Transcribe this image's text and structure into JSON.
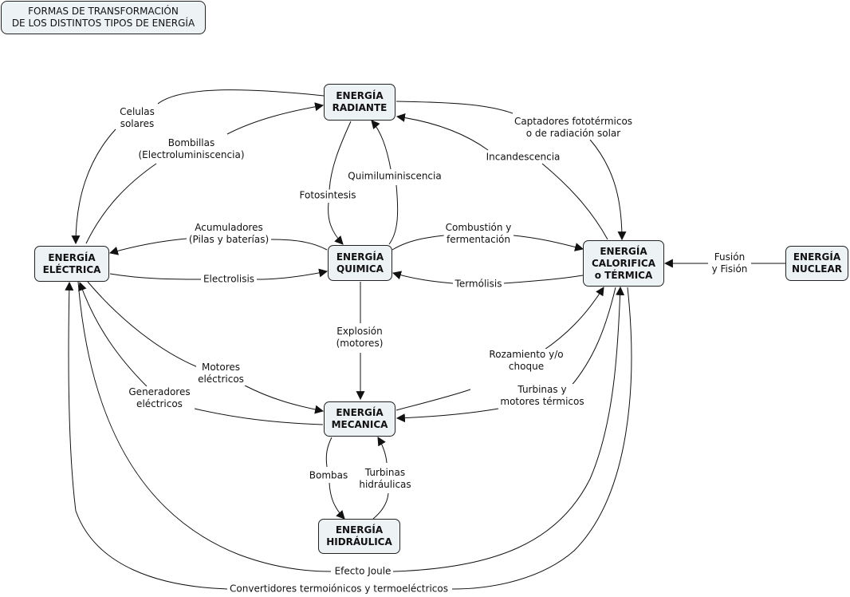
{
  "title": "FORMAS DE TRANSFORMACIÓN\nDE LOS DISTINTOS TIPOS DE ENERGÍA",
  "nodes": {
    "radiante": "ENERGÍA\nRADIANTE",
    "electrica": "ENERGÍA\nELÉCTRICA",
    "quimica": "ENERGÍA\nQUIMICA",
    "termica": "ENERGÍA\nCALORIFICA\no TÉRMICA",
    "nuclear": "ENERGÍA\nNUCLEAR",
    "mecanica": "ENERGÍA\nMECANICA",
    "hidraulica": "ENERGÍA\nHIDRÁULICA"
  },
  "links": {
    "celulas_solares": "Celulas\nsolares",
    "bombillas": "Bombillas\n(Electroluminiscencia)",
    "captadores": "Captadores fototérmicos\no de radiación solar",
    "incandescencia": "Incandescencia",
    "quimiluminiscencia": "Quimiluminiscencia",
    "fotosintesis": "Fotosintesis",
    "acumuladores": "Acumuladores\n(Pilas y baterías)",
    "electrolisis": "Electrolisis",
    "combustion": "Combustión y\nfermentación",
    "termolisis": "Termólisis",
    "fusion": "Fusión\ny Fisión",
    "explosion": "Explosión\n(motores)",
    "motores_electricos": "Motores\neléctricos",
    "generadores": "Generadores\neléctricos",
    "rozamiento": "Rozamiento y/o\nchoque",
    "turbinas_termicas": "Turbinas y\nmotores térmicos",
    "bombas": "Bombas",
    "turbinas_hidraulicas": "Turbinas\nhidráulicas",
    "efecto_joule": "Efecto Joule",
    "convertidores": "Convertidores termoiónicos y termoeléctricos"
  },
  "colors": {
    "node_fill": "#edf2f5",
    "stroke": "#111111"
  }
}
